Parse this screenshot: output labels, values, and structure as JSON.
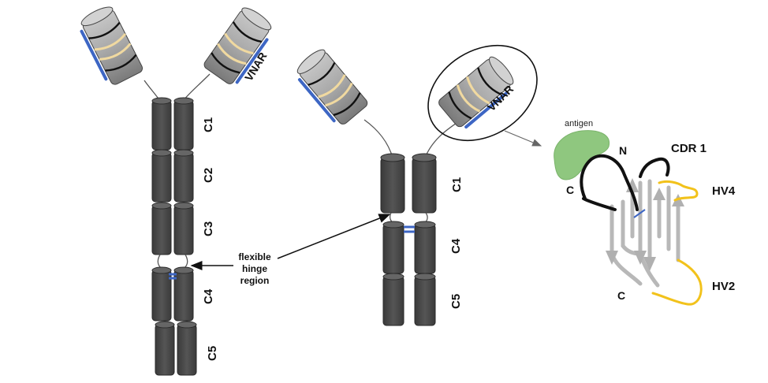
{
  "labels": {
    "vnar": "VNAR",
    "c1": "C1",
    "c2": "C2",
    "c3": "C3",
    "c4": "C4",
    "c5": "C5",
    "hinge_line1": "flexible",
    "hinge_line2": "hinge",
    "hinge_line3": "region",
    "antigen": "antigen",
    "n_term": "N",
    "c_term": "C",
    "cdr1": "CDR 1",
    "hv4": "HV4",
    "hv2": "HV2"
  },
  "colors": {
    "domain_dark": "#4a4a4a",
    "domain_light": "#9a9a9a",
    "blue": "#3d66c4",
    "beige": "#f0d9a0",
    "antigen_green": "#8fc77f",
    "loop_yellow": "#f2c21b",
    "strand_gray": "#b5b5b5"
  }
}
